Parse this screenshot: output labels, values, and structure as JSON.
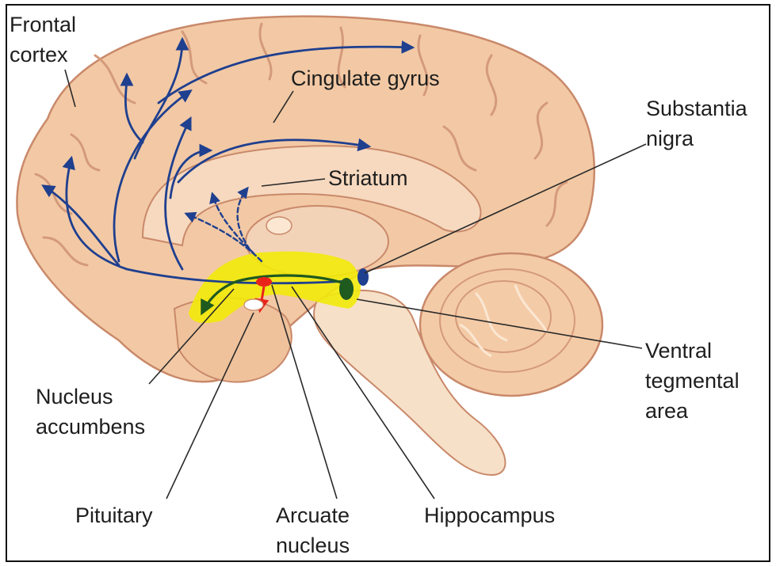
{
  "labels": {
    "frontal_cortex": [
      "Frontal",
      "cortex"
    ],
    "cingulate_gyrus": "Cingulate gyrus",
    "substantia_nigra": [
      "Substantia",
      "nigra"
    ],
    "striatum": "Striatum",
    "nucleus_accumbens": [
      "Nucleus",
      "accumbens"
    ],
    "ventral_tegmental_area": [
      "Ventral",
      "tegmental",
      "area"
    ],
    "pituitary": "Pituitary",
    "arcuate_nucleus": [
      "Arcuate",
      "nucleus"
    ],
    "hippocampus": "Hippocampus"
  },
  "colors": {
    "brain": "#f2c9a4",
    "brain_outline": "#c9896a",
    "pathway_blue": "#1f3f8f",
    "pathway_green": "#1f5a1f",
    "highlight_yellow": "#f2ea0a",
    "arcuate_red": "#e8241a"
  }
}
